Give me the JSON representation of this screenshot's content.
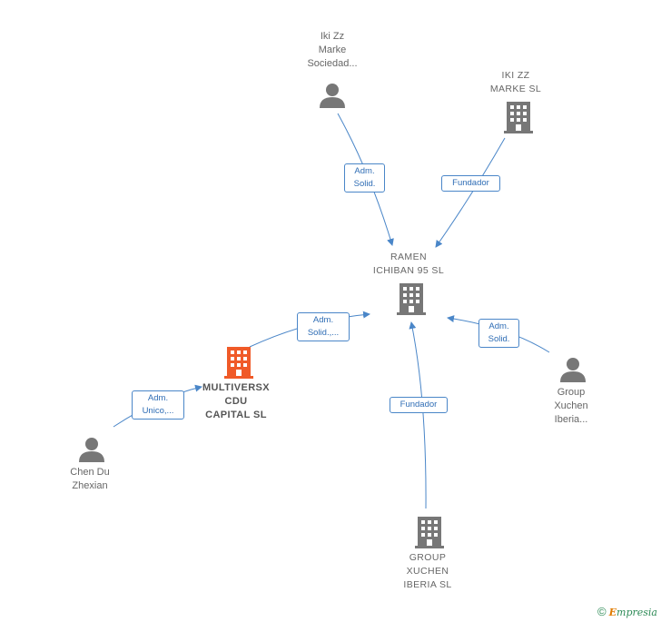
{
  "nodes": {
    "iki_person": {
      "lines": [
        "Iki Zz",
        "Marke",
        "Sociedad..."
      ]
    },
    "iki_company": {
      "lines": [
        "IKI ZZ",
        "MARKE  SL"
      ]
    },
    "ramen": {
      "lines": [
        "RAMEN",
        "ICHIBAN 95  SL"
      ]
    },
    "multiversx": {
      "lines": [
        "MULTIVERSX",
        "CDU",
        "CAPITAL  SL"
      ]
    },
    "chen": {
      "lines": [
        "Chen Du",
        "Zhexian"
      ]
    },
    "group_person": {
      "lines": [
        "Group",
        "Xuchen",
        "Iberia..."
      ]
    },
    "group_company": {
      "lines": [
        "GROUP",
        "XUCHEN",
        "IBERIA  SL"
      ]
    }
  },
  "edges": {
    "iki_person_to_ramen": {
      "lines": [
        "Adm.",
        "Solid."
      ]
    },
    "iki_company_to_ramen": {
      "lines": [
        "Fundador"
      ]
    },
    "multiversx_to_ramen": {
      "lines": [
        "Adm.",
        "Solid.,..."
      ]
    },
    "chen_to_multiversx": {
      "lines": [
        "Adm.",
        "Unico,..."
      ]
    },
    "group_person_to_ramen": {
      "lines": [
        "Adm.",
        "Solid."
      ]
    },
    "group_company_to_ramen": {
      "lines": [
        "Fundador"
      ]
    }
  },
  "colors": {
    "edge": "#4a86c8",
    "icon_gray": "#777777",
    "focus": "#f05a28"
  },
  "icons": {
    "person": "person-icon",
    "company": "building-icon"
  },
  "footer": {
    "copyright": "©",
    "brand_first": "E",
    "brand_rest": "mpresia"
  }
}
